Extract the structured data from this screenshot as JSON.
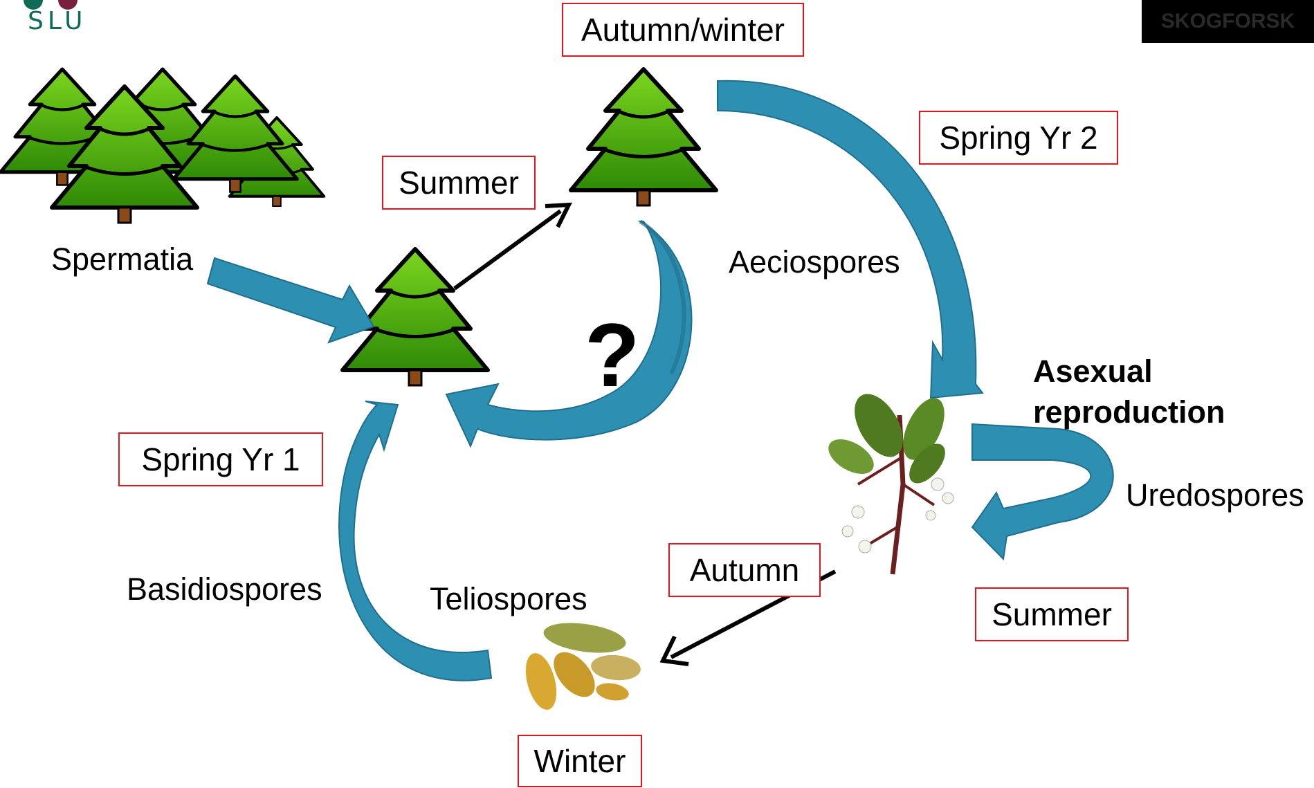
{
  "logos": {
    "slu": "SLU",
    "skogforsk": "SKOGFORSK"
  },
  "seasons": {
    "autumn_winter": "Autumn/winter",
    "summer_top": "Summer",
    "spring_yr2": "Spring Yr 2",
    "spring_yr1": "Spring Yr 1",
    "autumn": "Autumn",
    "summer_bottom": "Summer",
    "winter": "Winter"
  },
  "labels": {
    "spermatia": "Spermatia",
    "aeciospores": "Aeciospores",
    "asexual_reproduction_line1": "Asexual",
    "asexual_reproduction_line2": "reproduction",
    "uredospores": "Uredospores",
    "basidiospores": "Basidiospores",
    "teliospores": "Teliospores",
    "question": "?"
  },
  "colors": {
    "arrow_blue": "#2d8fb2",
    "arrow_blue_dark": "#1f6f8c",
    "season_border": "#e8141b",
    "tree_green": "#3c9a0b",
    "tree_light": "#6fcf1a",
    "leaf_yellow": "#d8a830",
    "leaf_green": "#8a9a40"
  },
  "icons": [
    "spruce-tree-icon",
    "cherry-branch-icon",
    "fallen-leaves-icon",
    "slu-logo",
    "skogforsk-logo"
  ]
}
